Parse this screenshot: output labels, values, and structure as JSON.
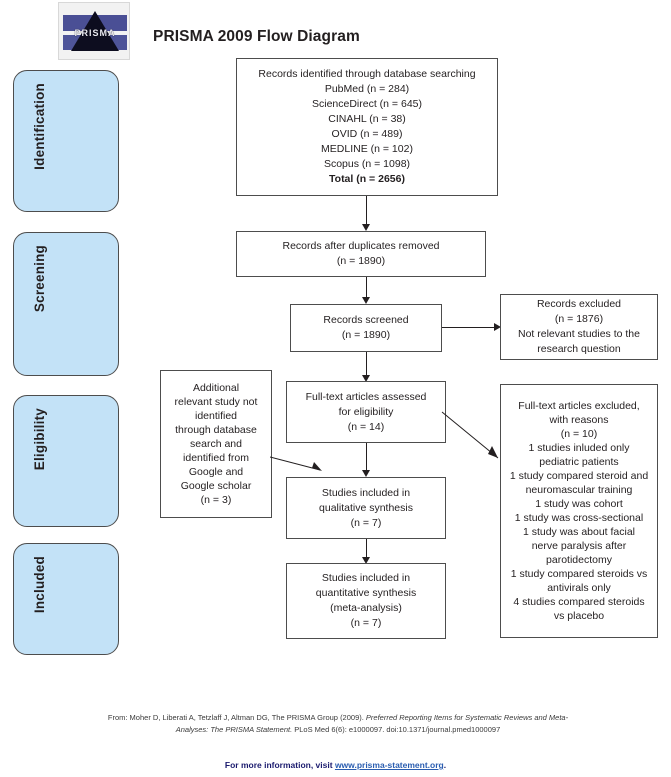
{
  "title": "PRISMA 2009 Flow Diagram",
  "logo": {
    "alt": "prisma-logo",
    "text": "PRISMA"
  },
  "phases": [
    {
      "id": "identification",
      "label": "Identification"
    },
    {
      "id": "screening",
      "label": "Screening"
    },
    {
      "id": "eligibility",
      "label": "Eligibility"
    },
    {
      "id": "included",
      "label": "Included"
    }
  ],
  "boxes": {
    "identified": {
      "lines": [
        "Records identified through database searching",
        "PubMed (n = 284)",
        "ScienceDirect (n = 645)",
        "CINAHL (n = 38)",
        "OVID (n = 489)",
        "MEDLINE (n = 102)",
        "Scopus (n = 1098)",
        "Total (n = 2656)"
      ]
    },
    "duplicates_removed": {
      "lines": [
        "Records after duplicates removed",
        "(n = 1890)"
      ]
    },
    "screened": {
      "lines": [
        "Records screened",
        "(n = 1890)"
      ]
    },
    "records_excluded": {
      "lines": [
        "Records excluded",
        "(n = 1876)",
        "Not relevant studies to the",
        "research question"
      ]
    },
    "additional_records": {
      "lines": [
        "Additional",
        "relevant study not",
        "identified",
        "through database",
        "search  and",
        "identified from",
        "Google and",
        "Google scholar",
        "(n = 3)"
      ]
    },
    "fulltext_assessed": {
      "lines": [
        "Full-text articles assessed",
        "for eligibility",
        "(n = 14)"
      ]
    },
    "fulltext_excluded": {
      "lines": [
        "Full-text articles excluded,",
        "with reasons",
        "(n = 10)",
        "1 studies  inluded only",
        "pediatric patients",
        "1 study compared steroid and",
        "neuromascular  training",
        "1 study was cohort",
        "1 study was cross-sectional",
        "1 study was about facial",
        "nerve paralysis after",
        "parotidectomy",
        "1 study compared steroids vs",
        "antivirals only",
        "4 studies compared steroids",
        "vs placebo"
      ]
    },
    "qualitative": {
      "lines": [
        "Studies included in",
        "qualitative synthesis",
        "(n = 7)"
      ]
    },
    "quantitative": {
      "lines": [
        "Studies included in",
        "quantitative synthesis",
        "(meta-analysis)",
        "(n = 7)"
      ]
    }
  },
  "footer": {
    "citation_line1_prefix": "From:  Moher D, Liberati A, Tetzlaff J, Altman DG, The PRISMA Group (2009). ",
    "citation_line1_italic": "Preferred Reporting Items for Systematic Reviews and Meta-",
    "citation_line2_italic": "Analyses: The PRISMA Statement.",
    "citation_line2_suffix": " PLoS Med 6(6): e1000097. doi:10.1371/journal.pmed1000097",
    "info_text": "For more information, visit ",
    "info_link": "www.prisma-statement.org",
    "info_suffix": "."
  },
  "colors": {
    "phase_fill": "#c3e2f7",
    "border": "#4d4d4d",
    "link": "#2a5db0",
    "text": "#231f20"
  }
}
